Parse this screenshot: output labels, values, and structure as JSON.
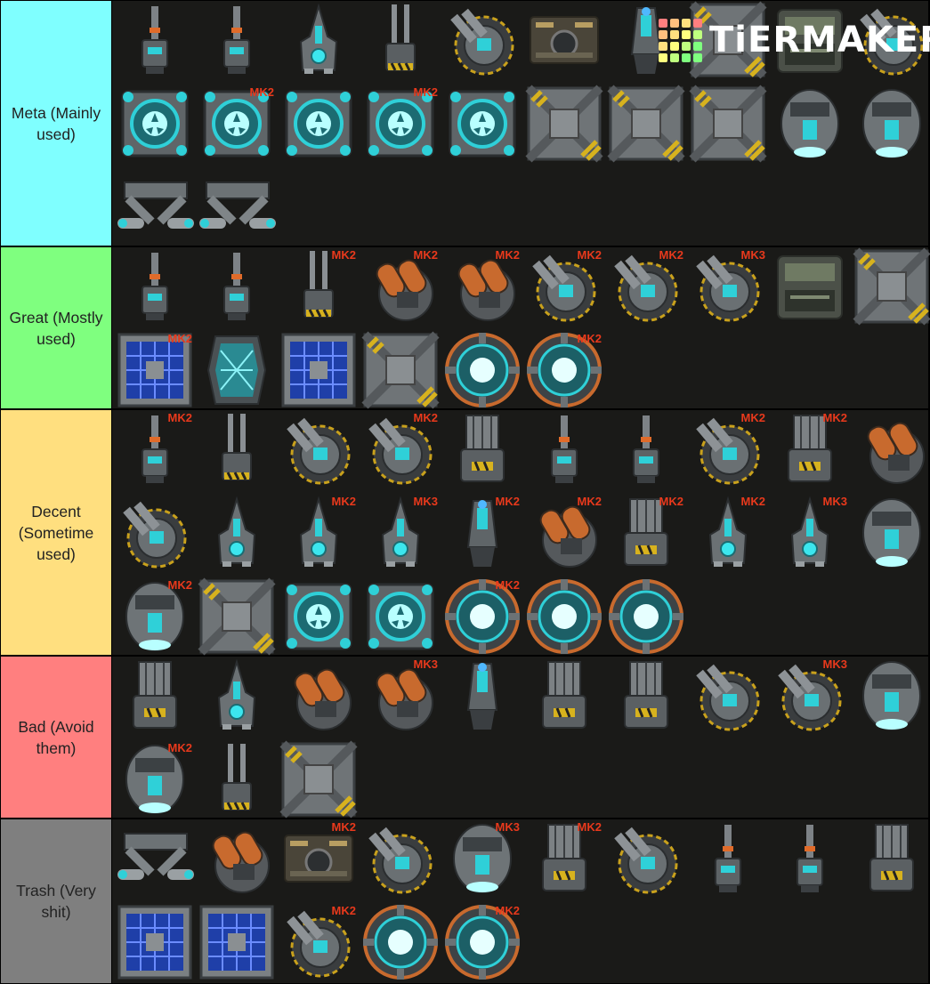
{
  "brand": {
    "name": "TiERMAKER",
    "grid_colors": [
      "#ff7f7f",
      "#ffbf7f",
      "#ffdf7f",
      "#ff7f7f",
      "#ffbf7f",
      "#ffdf7f",
      "#ffff7f",
      "#bfff7f",
      "#ffdf7f",
      "#ffff7f",
      "#bfff7f",
      "#7fff7f",
      "#ffff7f",
      "#bfff7f",
      "#7fff7f",
      "#7fff7f"
    ]
  },
  "tiers": [
    {
      "label": "Meta (Mainly used)",
      "color": "#7fffff",
      "items": [
        {
          "icon": "laser-cannon-icon",
          "mk": ""
        },
        {
          "icon": "laser-cannon-icon",
          "mk": ""
        },
        {
          "icon": "spaceship-icon",
          "mk": ""
        },
        {
          "icon": "railgun-icon",
          "mk": ""
        },
        {
          "icon": "turret-icon",
          "mk": ""
        },
        {
          "icon": "engine-block-icon",
          "mk": ""
        },
        {
          "icon": "thruster-icon",
          "mk": ""
        },
        {
          "icon": "armor-plate-icon",
          "mk": ""
        },
        {
          "icon": "generator-icon",
          "mk": ""
        },
        {
          "icon": "turret-icon",
          "mk": ""
        },
        {
          "icon": "reactor-core-icon",
          "mk": ""
        },
        {
          "icon": "reactor-core-icon",
          "mk": "MK2"
        },
        {
          "icon": "reactor-core-icon",
          "mk": ""
        },
        {
          "icon": "reactor-core-icon",
          "mk": "MK2"
        },
        {
          "icon": "reactor-core-icon",
          "mk": ""
        },
        {
          "icon": "armor-plate-icon",
          "mk": ""
        },
        {
          "icon": "armor-plate-icon",
          "mk": ""
        },
        {
          "icon": "armor-plate-icon",
          "mk": ""
        },
        {
          "icon": "capsule-icon",
          "mk": ""
        },
        {
          "icon": "capsule-icon",
          "mk": ""
        },
        {
          "icon": "connector-icon",
          "mk": ""
        },
        {
          "icon": "connector-icon",
          "mk": ""
        }
      ]
    },
    {
      "label": "Great (Mostly used)",
      "color": "#7fff7f",
      "items": [
        {
          "icon": "laser-cannon-icon",
          "mk": ""
        },
        {
          "icon": "laser-cannon-icon",
          "mk": ""
        },
        {
          "icon": "railgun-icon",
          "mk": "MK2"
        },
        {
          "icon": "missile-pod-icon",
          "mk": "MK2"
        },
        {
          "icon": "missile-pod-icon",
          "mk": "MK2"
        },
        {
          "icon": "turret-icon",
          "mk": "MK2"
        },
        {
          "icon": "turret-icon",
          "mk": "MK2"
        },
        {
          "icon": "turret-icon",
          "mk": "MK3"
        },
        {
          "icon": "generator-icon",
          "mk": ""
        },
        {
          "icon": "armor-plate-icon",
          "mk": ""
        },
        {
          "icon": "solar-panel-icon",
          "mk": "MK2"
        },
        {
          "icon": "shield-icon",
          "mk": ""
        },
        {
          "icon": "solar-panel-icon",
          "mk": ""
        },
        {
          "icon": "armor-plate-icon",
          "mk": ""
        },
        {
          "icon": "energy-core-icon",
          "mk": ""
        },
        {
          "icon": "energy-core-icon",
          "mk": "MK2"
        }
      ]
    },
    {
      "label": "Decent (Sometime used)",
      "color": "#ffdf7f",
      "items": [
        {
          "icon": "laser-cannon-icon",
          "mk": "MK2"
        },
        {
          "icon": "railgun-icon",
          "mk": ""
        },
        {
          "icon": "turret-icon",
          "mk": ""
        },
        {
          "icon": "turret-icon",
          "mk": "MK2"
        },
        {
          "icon": "gatling-icon",
          "mk": ""
        },
        {
          "icon": "laser-cannon-icon",
          "mk": ""
        },
        {
          "icon": "laser-cannon-icon",
          "mk": ""
        },
        {
          "icon": "turret-icon",
          "mk": "MK2"
        },
        {
          "icon": "gatling-icon",
          "mk": "MK2"
        },
        {
          "icon": "missile-pod-icon",
          "mk": ""
        },
        {
          "icon": "turret-icon",
          "mk": ""
        },
        {
          "icon": "spaceship-icon",
          "mk": ""
        },
        {
          "icon": "spaceship-icon",
          "mk": "MK2"
        },
        {
          "icon": "spaceship-icon",
          "mk": "MK3"
        },
        {
          "icon": "thruster-icon",
          "mk": "MK2"
        },
        {
          "icon": "missile-pod-icon",
          "mk": "MK2"
        },
        {
          "icon": "gatling-icon",
          "mk": "MK2"
        },
        {
          "icon": "spaceship-icon",
          "mk": "MK2"
        },
        {
          "icon": "spaceship-icon",
          "mk": "MK3"
        },
        {
          "icon": "capsule-icon",
          "mk": ""
        },
        {
          "icon": "capsule-icon",
          "mk": "MK2"
        },
        {
          "icon": "armor-plate-icon",
          "mk": ""
        },
        {
          "icon": "reactor-core-icon",
          "mk": ""
        },
        {
          "icon": "reactor-core-icon",
          "mk": ""
        },
        {
          "icon": "energy-core-icon",
          "mk": "MK2"
        },
        {
          "icon": "energy-core-icon",
          "mk": ""
        },
        {
          "icon": "energy-core-icon",
          "mk": ""
        }
      ]
    },
    {
      "label": "Bad (Avoid them)",
      "color": "#ff7f7f",
      "items": [
        {
          "icon": "gatling-icon",
          "mk": ""
        },
        {
          "icon": "spaceship-icon",
          "mk": ""
        },
        {
          "icon": "missile-pod-icon",
          "mk": ""
        },
        {
          "icon": "missile-pod-icon",
          "mk": "MK3"
        },
        {
          "icon": "thruster-icon",
          "mk": ""
        },
        {
          "icon": "gatling-icon",
          "mk": ""
        },
        {
          "icon": "gatling-icon",
          "mk": ""
        },
        {
          "icon": "turret-icon",
          "mk": ""
        },
        {
          "icon": "turret-icon",
          "mk": "MK3"
        },
        {
          "icon": "capsule-icon",
          "mk": ""
        },
        {
          "icon": "capsule-icon",
          "mk": "MK2"
        },
        {
          "icon": "railgun-icon",
          "mk": ""
        },
        {
          "icon": "armor-plate-icon",
          "mk": ""
        }
      ]
    },
    {
      "label": "Trash (Very shit)",
      "color": "#7f7f7f",
      "items": [
        {
          "icon": "connector-icon",
          "mk": ""
        },
        {
          "icon": "missile-pod-icon",
          "mk": ""
        },
        {
          "icon": "engine-block-icon",
          "mk": "MK2"
        },
        {
          "icon": "turret-icon",
          "mk": ""
        },
        {
          "icon": "capsule-icon",
          "mk": "MK3"
        },
        {
          "icon": "gatling-icon",
          "mk": "MK2"
        },
        {
          "icon": "turret-icon",
          "mk": ""
        },
        {
          "icon": "laser-cannon-icon",
          "mk": ""
        },
        {
          "icon": "laser-cannon-icon",
          "mk": ""
        },
        {
          "icon": "gatling-icon",
          "mk": ""
        },
        {
          "icon": "solar-panel-icon",
          "mk": ""
        },
        {
          "icon": "solar-panel-icon",
          "mk": ""
        },
        {
          "icon": "turret-icon",
          "mk": "MK2"
        },
        {
          "icon": "energy-core-icon",
          "mk": ""
        },
        {
          "icon": "energy-core-icon",
          "mk": "MK2"
        }
      ]
    }
  ]
}
